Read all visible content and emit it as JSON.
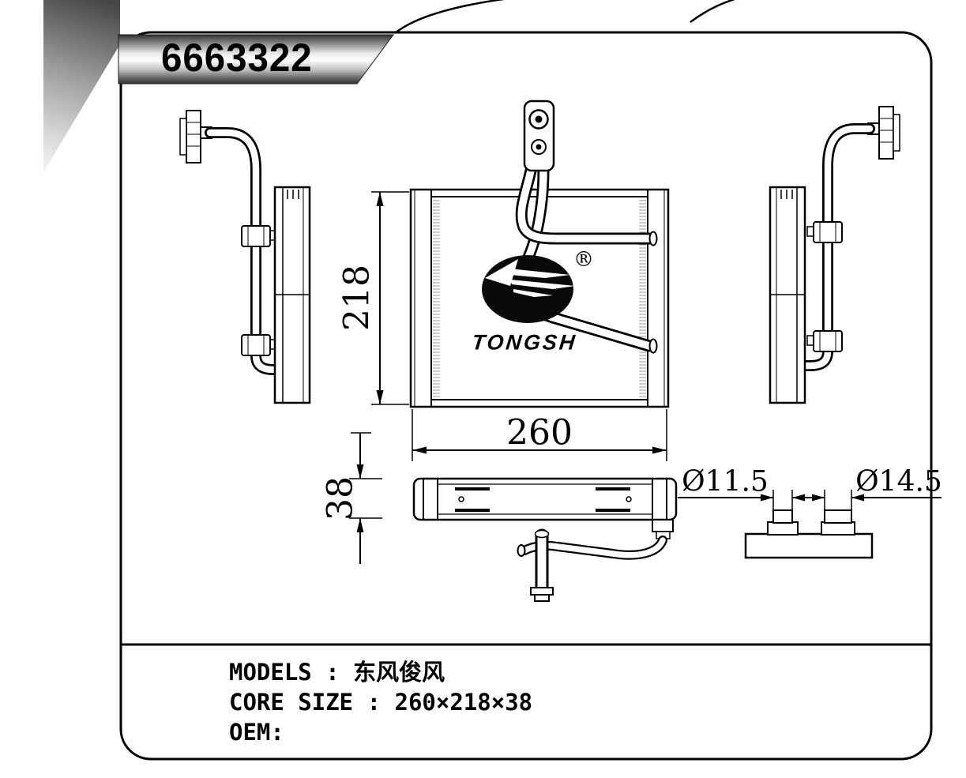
{
  "part_number": "6663322",
  "logo": {
    "text": "TONGSH",
    "registered": "®"
  },
  "dimensions": {
    "height": "218",
    "width": "260",
    "depth": "38",
    "diameter_small": "Ø11.5",
    "diameter_large": "Ø14.5"
  },
  "specs": {
    "models": "MODELS : 东风俊风",
    "core_size": "CORE SIZE : 260×218×38",
    "oem": "OEM:"
  },
  "colors": {
    "ink": "#000000",
    "logo_fill": "#0a0a0a",
    "paper": "#ffffff"
  }
}
